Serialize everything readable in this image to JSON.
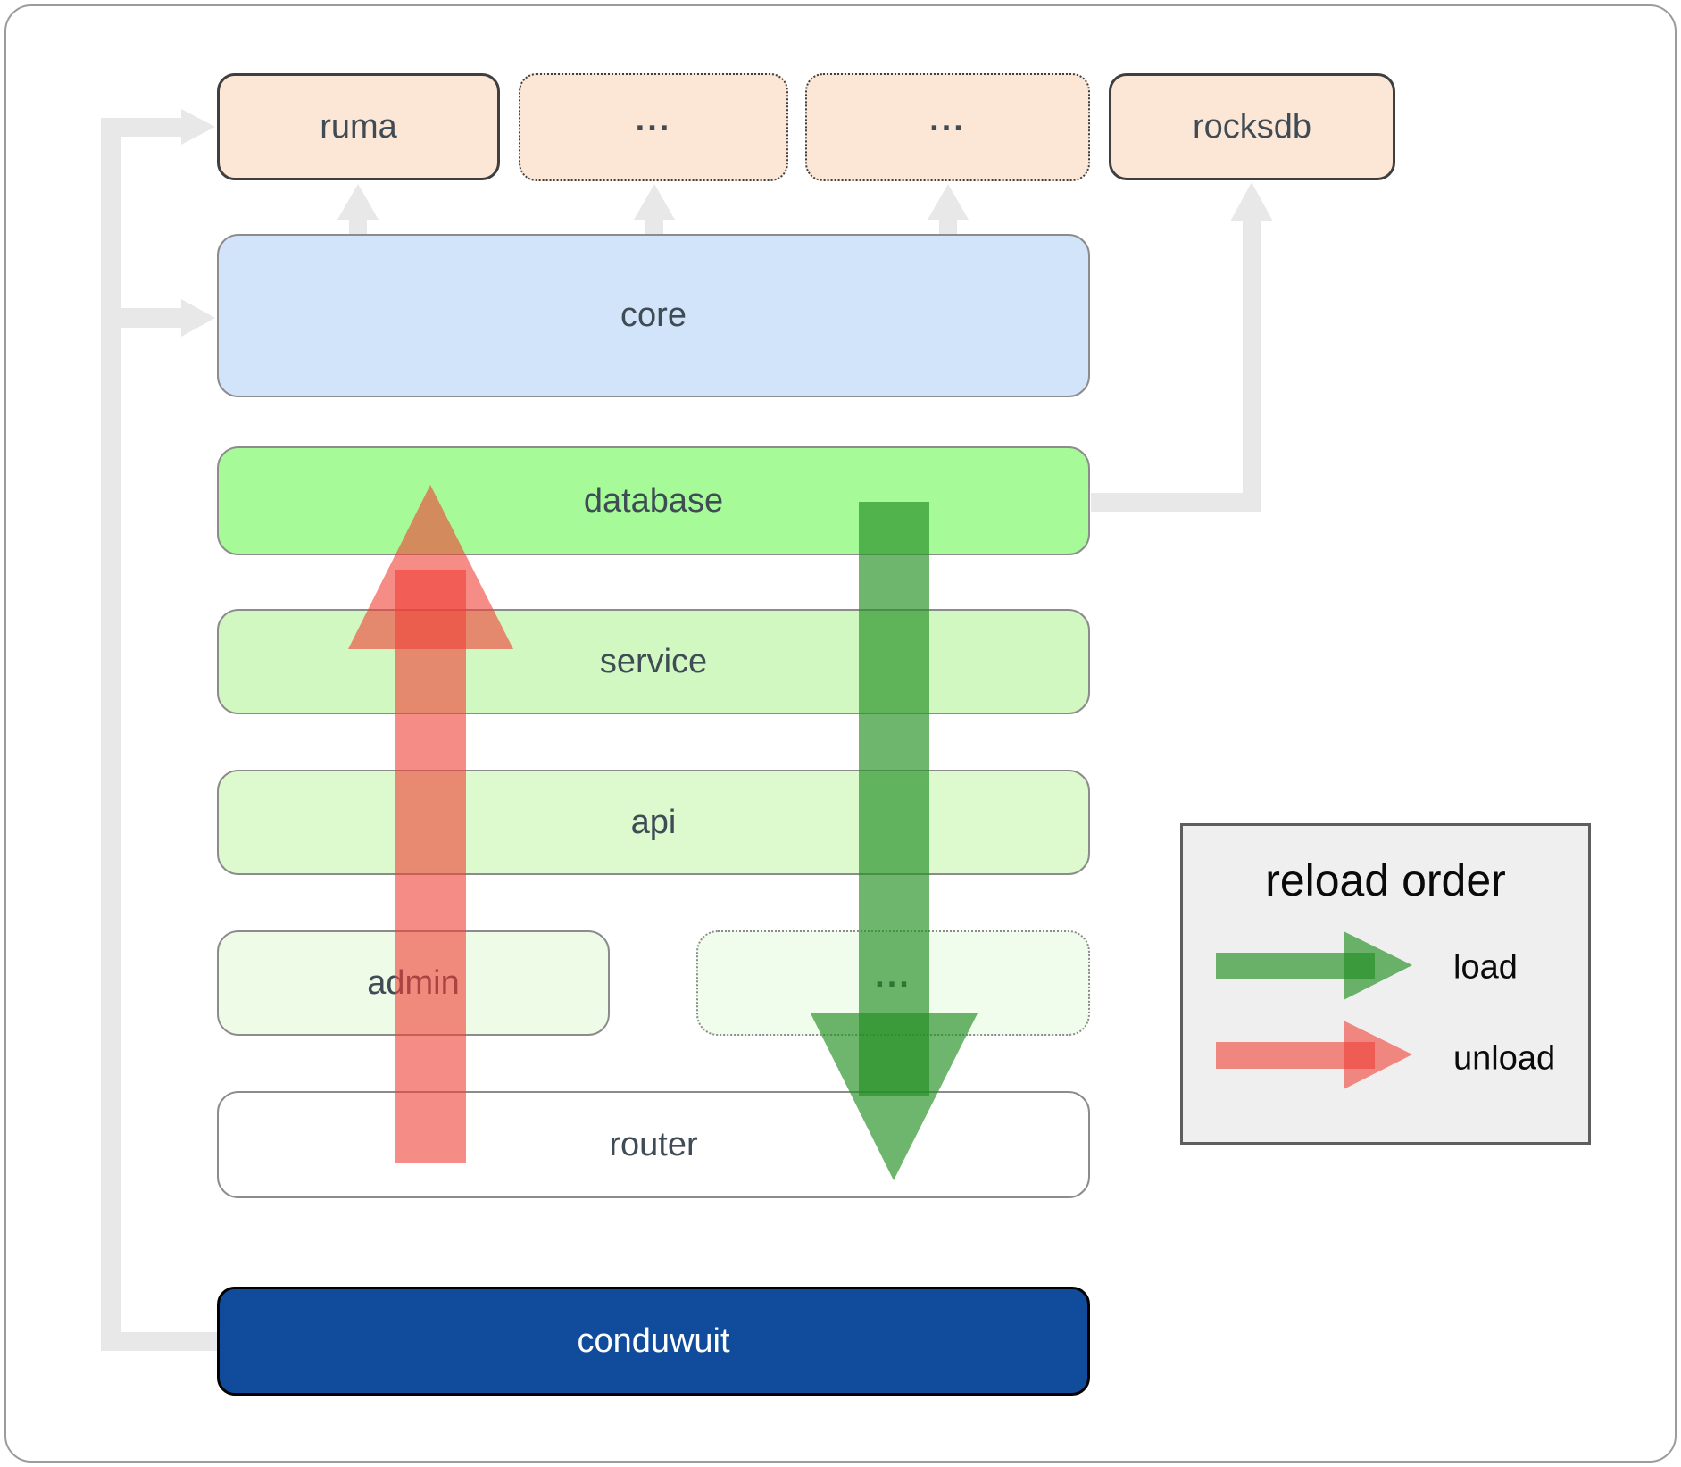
{
  "nodes": {
    "ruma": "ruma",
    "ellipsis_top_left": "...",
    "ellipsis_top_right": "...",
    "rocksdb": "rocksdb",
    "core": "core",
    "database": "database",
    "service": "service",
    "api": "api",
    "admin": "admin",
    "ellipsis_admin": "...",
    "router": "router",
    "conduwuit": "conduwuit"
  },
  "legend": {
    "title": "reload order",
    "items": [
      {
        "label": "load",
        "color": "#238e23"
      },
      {
        "label": "unload",
        "color": "#f03f35"
      }
    ]
  },
  "connectors": {
    "color": "#e8e8e8"
  },
  "colors": {
    "dependency_peach": "#fce6d5",
    "core_blue": "#d2e4f9",
    "database_green": "#a7fa98",
    "service_green": "#d2f8c2",
    "api_green": "#dcfacd",
    "admin_green": "#eefbe7",
    "router_white": "#ffffff",
    "conduwuit_blue": "#114c9c",
    "label_text": "#3f4b55"
  }
}
